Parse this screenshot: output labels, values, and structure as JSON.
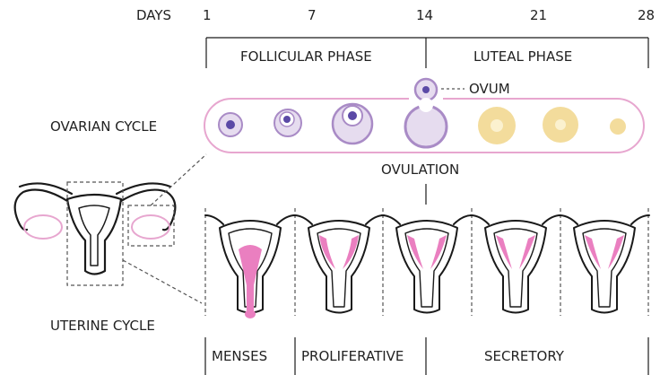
{
  "days": {
    "label": "DAYS",
    "ticks": [
      "1",
      "7",
      "14",
      "21",
      "28"
    ]
  },
  "phases": {
    "follicular": "FOLLICULAR PHASE",
    "luteal": "LUTEAL PHASE"
  },
  "ovarian": {
    "label": "OVARIAN CYCLE",
    "ovum": "OVUM",
    "ovulation": "OVULATION"
  },
  "uterine": {
    "label": "UTERINE CYCLE",
    "menses": "MENSES",
    "proliferative": "PROLIFERATIVE",
    "secretory": "SECRETORY"
  },
  "colors": {
    "outline": "#1a1a1a",
    "pill_border": "#e7a6cf",
    "follicle_fill": "#e6dcef",
    "follicle_ring": "#a98bc6",
    "oocyte": "#5b4aa6",
    "corpus_luteum": "#f3dc9c",
    "corpus_center": "#fbf1cf",
    "endometrium": "#ea7fc0",
    "dash": "#555555"
  }
}
